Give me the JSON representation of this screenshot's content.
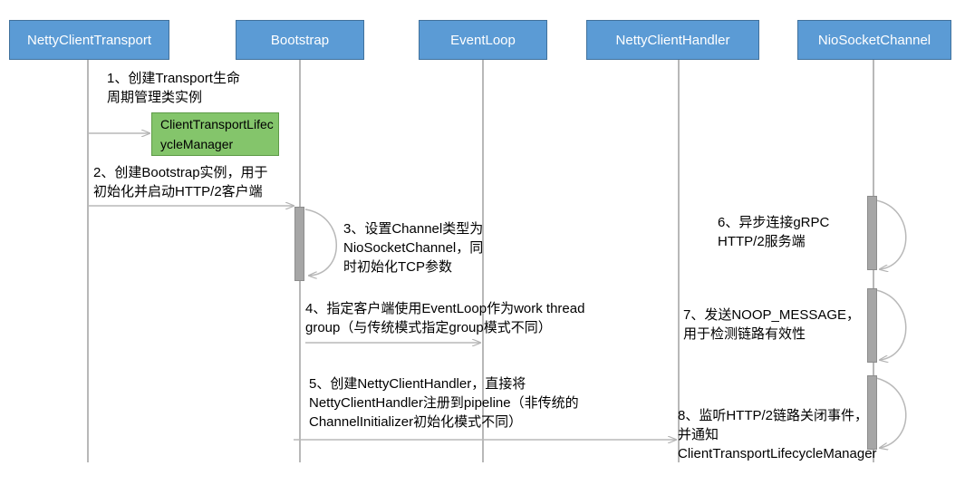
{
  "participants": [
    "NettyClientTransport",
    "Bootstrap",
    "EventLoop",
    "NettyClientHandler",
    "NioSocketChannel"
  ],
  "components": {
    "lifecycle_manager_box": "ClientTransportLifecycleManager"
  },
  "steps": [
    "1、创建Transport生命\n周期管理类实例",
    "2、创建Bootstrap实例，用于\n初始化并启动HTTP/2客户端",
    "3、设置Channel类型为\nNioSocketChannel，同\n时初始化TCP参数",
    "4、指定客户端使用EventLoop作为work thread\ngroup（与传统模式指定group模式不同）",
    "5、创建NettyClientHandler，直接将\nNettyClientHandler注册到pipeline（非传统的\nChannelInitializer初始化模式不同）",
    "6、异步连接gRPC\nHTTP/2服务端",
    "7、发送NOOP_MESSAGE，\n用于检测链路有效性",
    "8、监听HTTP/2链路关闭事件，\n并通知\nClientTransportLifecycleManager"
  ],
  "colors": {
    "participant_fill": "#5b9bd5",
    "component_fill": "#84c56b",
    "line": "#b8b8b8"
  }
}
